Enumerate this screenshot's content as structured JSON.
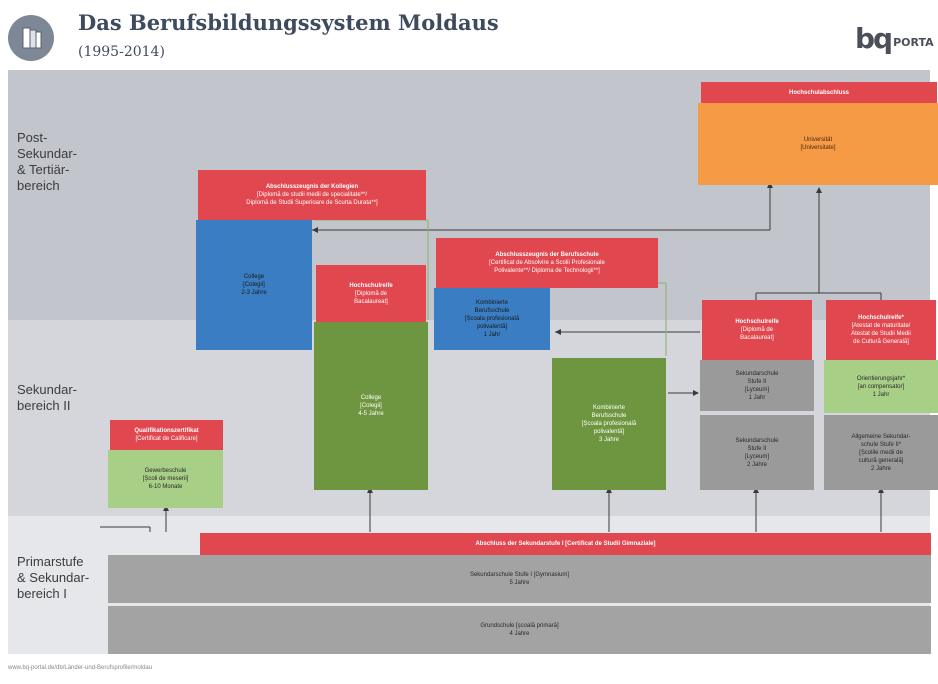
{
  "header": {
    "title": "Das Berufsbildungssystem Moldaus",
    "subtitle": "(1995-2014)",
    "logo_text": "PORTA",
    "logo_mark": "bq",
    "icon": "book-stack-icon"
  },
  "zones": {
    "tertiary": "Post-\nSekundar-\n& Tertiär-\nbereich",
    "secondary2": "Sekundar-\nbereich II",
    "primary": "Primarstufe\n& Sekundar-\nbereich I"
  },
  "certificates": {
    "hochschulabschluss": "Hochschulabschluss",
    "kollegien": {
      "title": "Abschlusszeugnis der Kollegien",
      "line2": "[Diplomă de studii medii de specialitate**/",
      "line3": "Diplomă de Studii Superioare de Scurta Durata**]"
    },
    "berufsschule": {
      "title": "Abschlusszeugnis der Berufsschule",
      "line2": "[Certificat de Absolvire a Scolii Profesionale",
      "line3": "Polivalente**/ Diploma de Technologii**]"
    },
    "hochschulreife_college": {
      "title": "Hochschulreife",
      "line2": "[Diplomă de",
      "line3": "Bacalaureat]"
    },
    "hochschulreife_lyzeum": {
      "title": "Hochschulreife",
      "line2": "[Diplomă de",
      "line3": "Bacalaureat]"
    },
    "hochschulreife_allg": {
      "title": "Hochschulreife*",
      "line2": "[Atestat de maturitate/",
      "line3": "Atestat de Studii Medii",
      "line4": "de Cultură Generală]"
    },
    "qualifikation": {
      "title": "Qualifikationszertifikat",
      "line2": "[Certificat de Calificare]"
    },
    "sekundarstufe1": "Abschluss der Sekundarstufe I [Certificat de Studii Gimnaziale]"
  },
  "boxes": {
    "universitaet": {
      "l1": "Universität",
      "l2": "[Universitate]"
    },
    "college_blue": {
      "l1": "College",
      "l2": "[Colegii]",
      "l3": "2-3 Jahre"
    },
    "college_green": {
      "l1": "College",
      "l2": "[Colegii]",
      "l3": "4-5 Jahre"
    },
    "komb_blue": {
      "l1": "Kombinierte",
      "l2": "Berufsschule",
      "l3": "[Școala profesională",
      "l4": "polivalentă]",
      "l5": "1 Jahr"
    },
    "komb_green": {
      "l1": "Kombinierte",
      "l2": "Berufsschule",
      "l3": "[Școala profesională",
      "l4": "polivalentă]",
      "l5": "3 Jahre"
    },
    "sek2_1jahr": {
      "l1": "Sekundarschule",
      "l2": "Stufe II",
      "l3": "[Lyceum]",
      "l4": "1 Jahr"
    },
    "sek2_2jahre": {
      "l1": "Sekundarschule",
      "l2": "Stufe II",
      "l3": "[Lyceum]",
      "l4": "2 Jahre"
    },
    "orientierung": {
      "l1": "Orientierungsjahr*",
      "l2": "[an compensator]",
      "l3": "1 Jahr"
    },
    "allg_sek": {
      "l1": "Allgemeine Sekundar-",
      "l2": "schule Stufe II*",
      "l3": "[Școlile medii de",
      "l4": "cultură generală]",
      "l5": "2 Jahre"
    },
    "gewerbe": {
      "l1": "Gewerbeschule",
      "l2": "[Școli de meserii]",
      "l3": "6-10 Monate"
    },
    "sek1": {
      "l1": "Sekundarschule Stufe I [Gymnasium]",
      "l2": "5 Jahre"
    },
    "grund": {
      "l1": "Grundschule [școală primară]",
      "l2": "4 Jahre"
    }
  },
  "footer": "www.bq-portal.de/db/Länder-und-Berufsprofile/moldau",
  "colors": {
    "cert_red": "#e0474e",
    "orange": "#f59a45",
    "blue": "#3a7dc2",
    "green": "#6e9640",
    "light_green": "#a7cf86",
    "grey": "#9a9a9a",
    "band_top": "#c3c5cc",
    "band_mid": "#d5d6dc",
    "band_bottom": "#e6e7ea"
  }
}
